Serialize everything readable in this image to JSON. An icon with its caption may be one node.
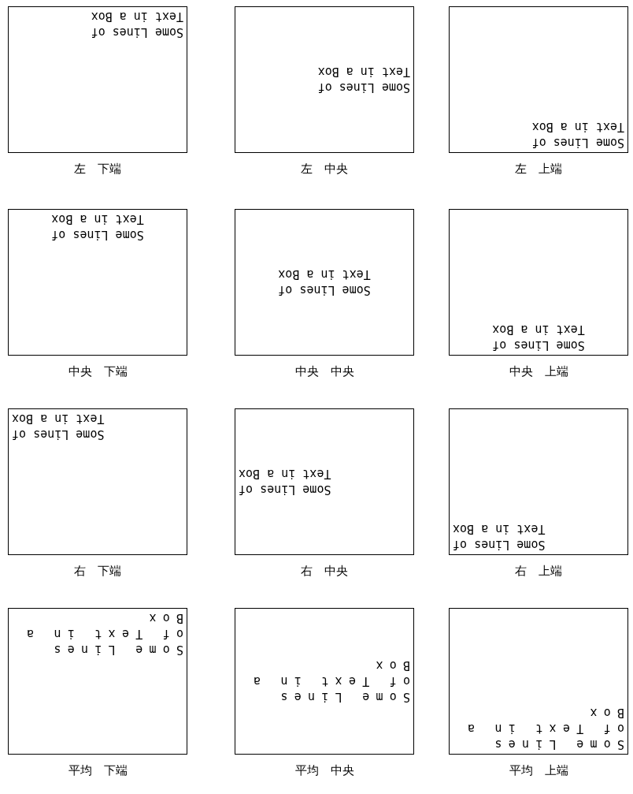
{
  "diagram": {
    "nodes": [
      {
        "text": [
          "Some Lines of Text in a Box"
        ],
        "beside": [
          "左　下端"
        ]
      },
      {
        "text": [
          "Some Lines of Text in a Box"
        ],
        "beside": [
          "左　中央"
        ]
      },
      {
        "text": [
          "Some Lines of Text in a Box"
        ],
        "beside": [
          "左　上端"
        ]
      },
      {
        "text": [
          "Some Lines of Text in a Box"
        ],
        "beside": [
          "中央　下端"
        ]
      },
      {
        "text": [
          "Some Lines of Text in a Box"
        ],
        "beside": [
          "中央　中央"
        ]
      },
      {
        "text": [
          "Some Lines of Text in a Box"
        ],
        "beside": [
          "中央　上端"
        ]
      },
      {
        "text": [
          "Some Lines of Text in a Box"
        ],
        "beside": [
          "右　下端"
        ]
      },
      {
        "text": [
          "Some Lines of Text in a Box"
        ],
        "beside": [
          "右　中央"
        ]
      },
      {
        "text": [
          "Some Lines of Text in a Box"
        ],
        "beside": [
          "右　上端"
        ]
      },
      {
        "text": [
          "Some Lines of Text in a Box"
        ],
        "beside": [
          "平均　下端"
        ]
      },
      {
        "text": [
          "Some Lines of Text in a Box"
        ],
        "beside": [
          "平均　中央"
        ]
      },
      {
        "text": [
          "Some Lines of Text in a Box"
        ],
        "beside": [
          "平均　上端"
        ]
      }
    ]
  }
}
